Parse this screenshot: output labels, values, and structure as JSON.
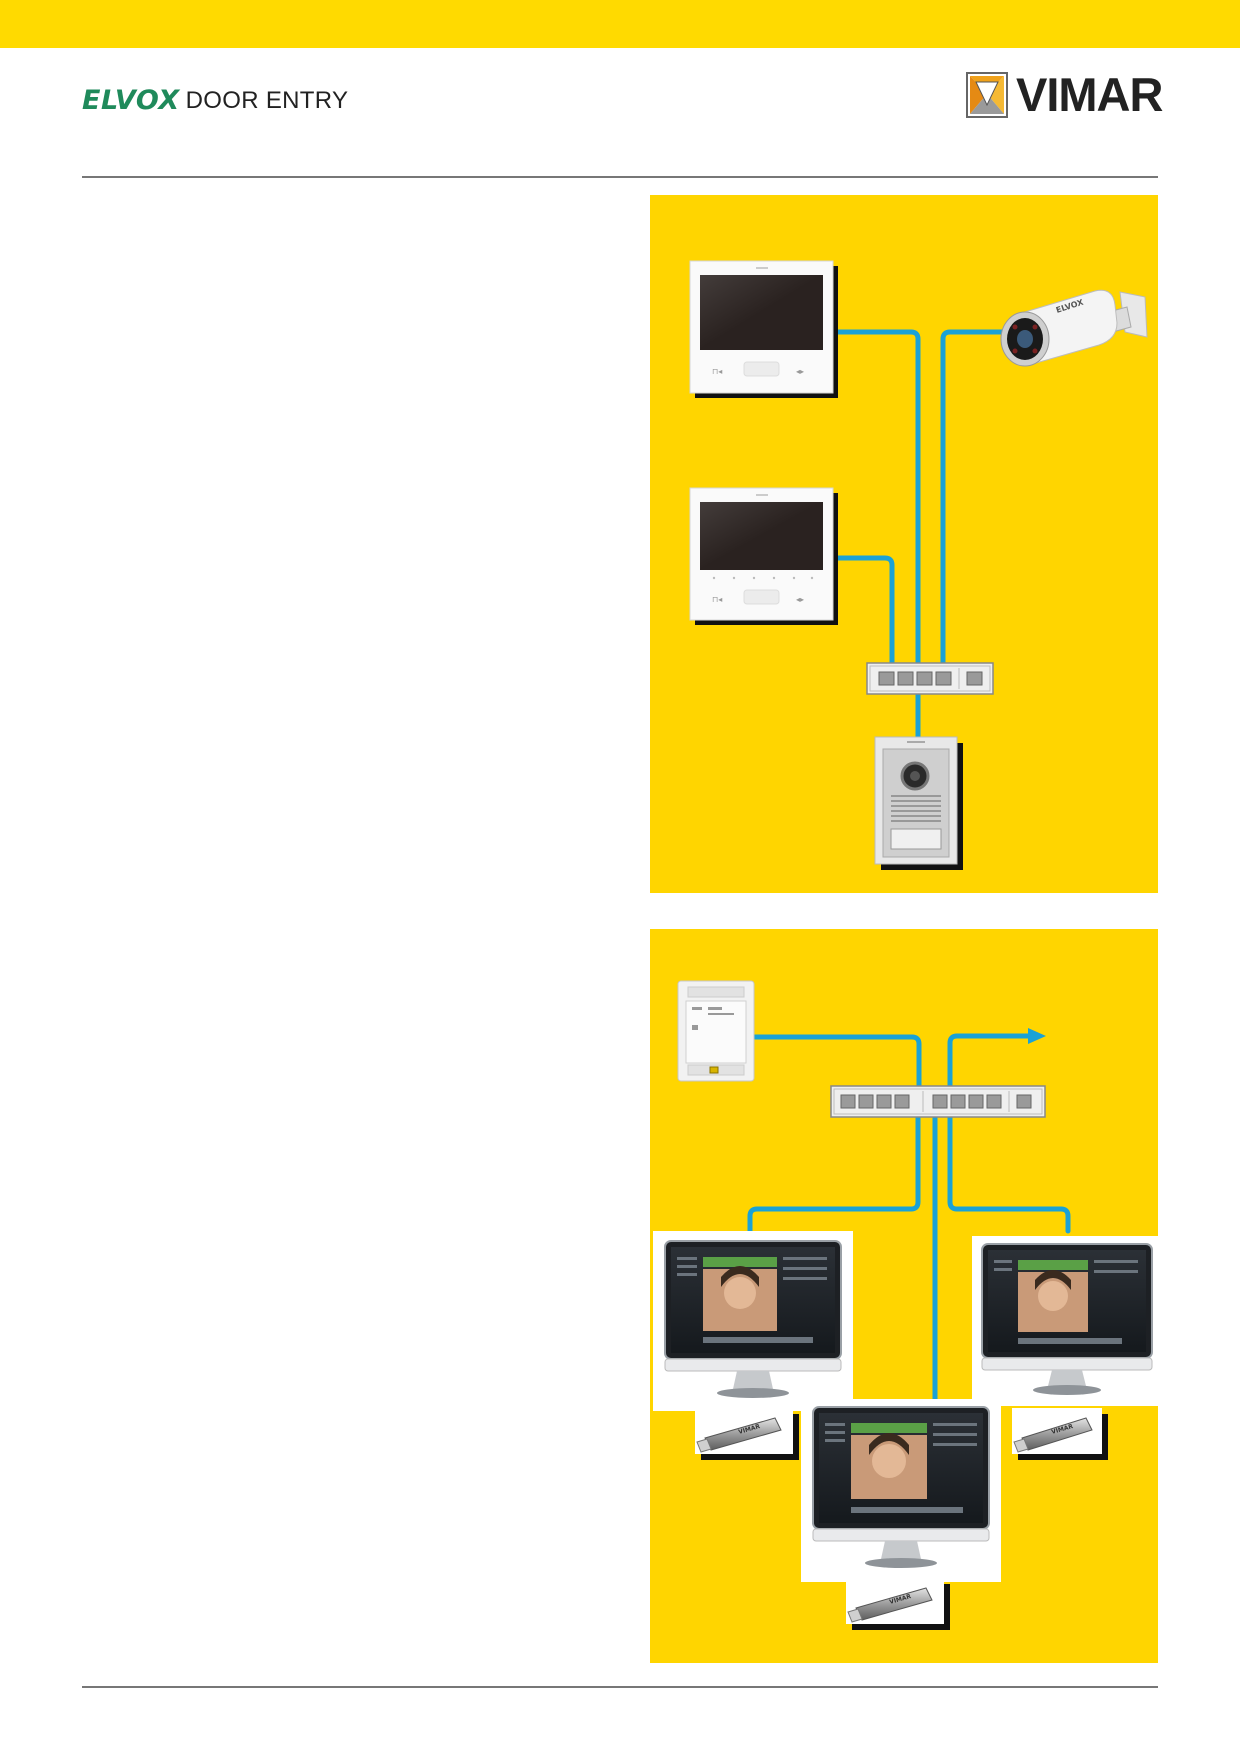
{
  "header": {
    "brand_elvox": "ELVOX",
    "brand_elvox_rest": "DOOR ENTRY",
    "brand_vimar": "VIMAR"
  },
  "icons": {
    "video_monitor": "monitor-icon",
    "ip_camera": "ip-camera-icon",
    "network_switch": "switch-icon",
    "outdoor_station": "outdoor-station-icon",
    "din_module": "din-rail-module-icon",
    "pc_workstation": "computer-icon",
    "usb_key": "usb-key-icon",
    "network_uplink": "arrow-right-icon"
  },
  "colors": {
    "top_band": "#FFDA00",
    "panel": "#FFD500",
    "cable": "#1AA2D6",
    "elvox_green": "#1F8A5B",
    "vimar_orange": "#F0A21B"
  }
}
